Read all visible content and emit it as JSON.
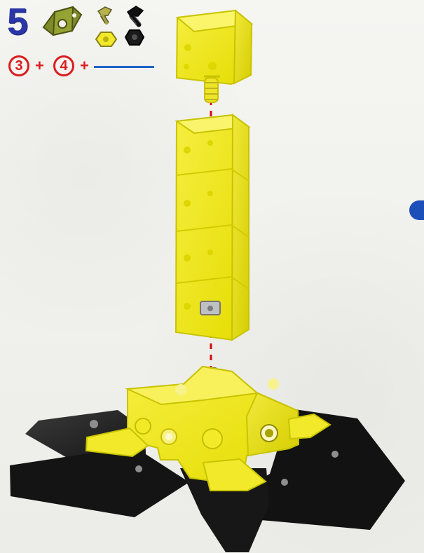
{
  "step": {
    "number": "5"
  },
  "formula": {
    "first": "3",
    "plus1": "+",
    "second": "4",
    "plus2": "+"
  },
  "colors": {
    "background": "#f2f2ef",
    "step_number": "#2a36a8",
    "callout_red": "#d91e1e",
    "connector_blue": "#1e63c6",
    "yellow_part": "#f1ea1b",
    "yellow_shadow": "#c8c400",
    "olive_part": "#7b8428",
    "black_part": "#1b1b1b",
    "screw_gray": "#8e8e8e"
  },
  "icons": {
    "step_badge": "step-number",
    "bracket_part": "olive-bracket-icon",
    "yellow_screw": "yellow-screw-icon",
    "black_screw": "black-screw-icon",
    "yellow_nut": "yellow-nut-icon",
    "black_nut": "black-nut-icon",
    "side_marker": "blue-side-marker-icon"
  }
}
